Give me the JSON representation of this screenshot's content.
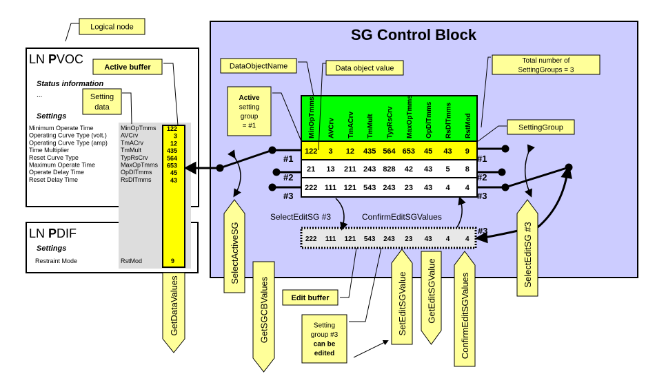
{
  "colors": {
    "sg_block": "#ccccff",
    "header": "#00ff00",
    "active_row": "#ffff00",
    "callout": "#ffff99",
    "gray": "#dddddd"
  },
  "callouts": {
    "logical_node": "Logical node",
    "active_buffer": "Active buffer",
    "setting_data_1": "Setting",
    "setting_data_2": "data",
    "data_object_name": "DataObjectName",
    "data_object_value": "Data object value",
    "active_sg": [
      "Active",
      "setting",
      "group",
      "= #1"
    ],
    "total_1": "Total number of",
    "total_2": "SettingGroups = 3",
    "setting_group": "SettingGroup",
    "edit_buffer": "Edit buffer",
    "sg3_edit": [
      "Setting",
      "group #3",
      "can be",
      "edited"
    ]
  },
  "pvoc": {
    "title_pre": "LN ",
    "title_bold": "P",
    "title_post": "VOC",
    "status": "Status information",
    "ellipsis": "...",
    "settings": "Settings",
    "rows": [
      {
        "desc": "Minimum Operate Time",
        "name": "MinOpTmms",
        "value": "122"
      },
      {
        "desc": "Operating Curve Type (volt.)",
        "name": "AVCrv",
        "value": "3"
      },
      {
        "desc": "Operating Curve Type (amp)",
        "name": "TmACrv",
        "value": "12"
      },
      {
        "desc": "Time Multiplier",
        "name": "TmMult",
        "value": "435"
      },
      {
        "desc": "Reset Curve Type",
        "name": "TypRsCrv",
        "value": "564"
      },
      {
        "desc": "Maximum Operate Time",
        "name": "MaxOpTmms",
        "value": "653"
      },
      {
        "desc": "Operate Delay Time",
        "name": "OpDlTmms",
        "value": "45"
      },
      {
        "desc": "Reset Delay Time",
        "name": "RsDlTmms",
        "value": "43"
      }
    ]
  },
  "pdif": {
    "title_pre": "LN ",
    "title_bold": "P",
    "title_post": "DIF",
    "settings": "Settings",
    "desc": "Restraint Mode",
    "name": "RstMod",
    "value": "9"
  },
  "sgcb": {
    "title": "SG Control Block",
    "columns": [
      "MinOpTmms",
      "AVCrv",
      "TmACrv",
      "TmMult",
      "TypRsCrv",
      "MaxOpTmms",
      "OpDlTmms",
      "RsDlTmms",
      "RstMod"
    ],
    "rows": [
      [
        "122",
        "3",
        "12",
        "435",
        "564",
        "653",
        "45",
        "43",
        "9"
      ],
      [
        "21",
        "13",
        "211",
        "243",
        "828",
        "42",
        "43",
        "5",
        "8"
      ],
      [
        "222",
        "111",
        "121",
        "543",
        "243",
        "23",
        "43",
        "4",
        "4"
      ]
    ],
    "row_labels": [
      "#1",
      "#2",
      "#3"
    ],
    "edit_buffer": [
      "222",
      "111",
      "121",
      "543",
      "243",
      "23",
      "43",
      "4",
      "4"
    ],
    "edit_label": "#3",
    "select_edit_text": "SelectEditSG #3",
    "confirm_text": "ConfirmEditSGValues"
  },
  "services": {
    "get_data_values": "GetDataValues",
    "select_active_sg": "SelectActiveSG",
    "get_sgcb_values": "GetSGCBValues",
    "set_edit_sg_value": "SetEditSGValue",
    "get_edit_sg_value": "GetEditSGValue",
    "confirm_edit_sg_values": "ConfirmEditSGValues",
    "select_edit_sg": "SelectEditSG #3"
  }
}
